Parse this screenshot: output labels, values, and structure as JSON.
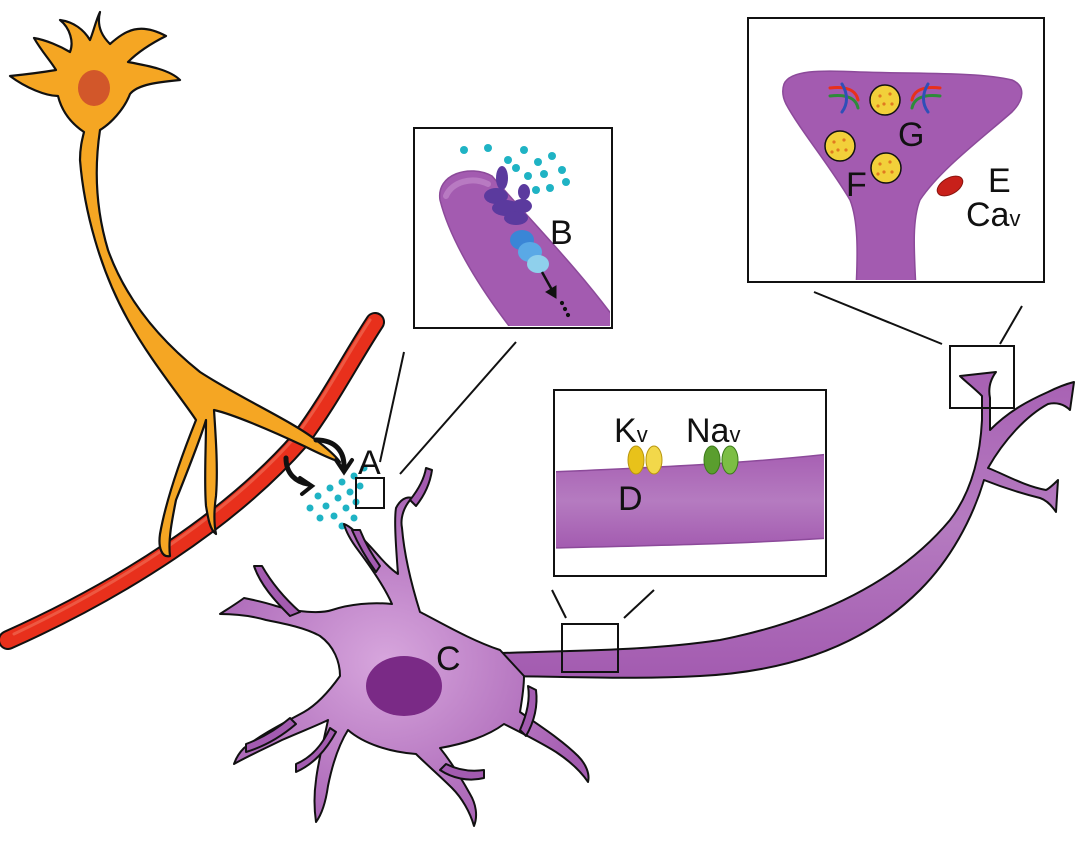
{
  "labels": {
    "a": "A",
    "b": "B",
    "c": "C",
    "d": "D",
    "e": "E",
    "f": "F",
    "g": "G",
    "k": "K",
    "k_sub": "v",
    "na": "Na",
    "na_sub": "v",
    "ca": "Ca",
    "ca_sub": "v"
  },
  "colors": {
    "astrocyte": "#F5A623",
    "astrocyte_nucleus": "#D2572A",
    "vessel": "#E8301C",
    "neuron": "#A35BB0",
    "neuron_light": "#C68FCE",
    "nucleus": "#7A2A86",
    "transmitter": "#1FB3C4",
    "receptor": "#5B3A9E",
    "transporter": "#5AA9E6",
    "kv_channel": "#E8C21A",
    "nav_channel": "#5A9E2E",
    "cav_channel": "#C8201A",
    "vesicle": "#F2D03A"
  }
}
